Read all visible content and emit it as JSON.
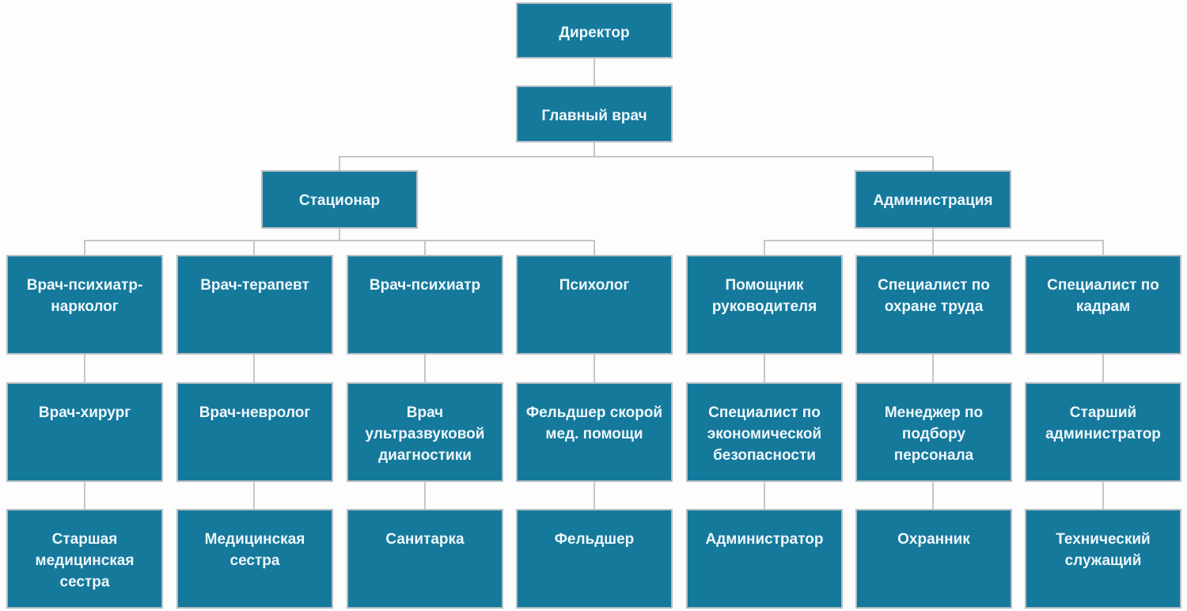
{
  "chart_title": "",
  "colors": {
    "node_fill": "#15799c",
    "node_border": "#b6bdc3",
    "node_text": "#eef7fb",
    "connector": "#c6c6c6",
    "background": "#fdfdfe"
  },
  "nodes": {
    "director": "Директор",
    "chief_physician": "Главный врач",
    "branch_inpatient": "Стационар",
    "branch_administration": "Администрация",
    "columns": [
      {
        "head": "Врач-психиатр-нарколог",
        "mid": "Врач-хирург",
        "bottom": "Старшая медицинская сестра"
      },
      {
        "head": "Врач-терапевт",
        "mid": "Врач-невролог",
        "bottom": "Медицинская сестра"
      },
      {
        "head": "Врач-психиатр",
        "mid": "Врач ультразвуковой диагностики",
        "bottom": "Санитарка"
      },
      {
        "head": "Психолог",
        "mid": "Фельдшер скорой мед. помощи",
        "bottom": "Фельдшер"
      },
      {
        "head": "Помощник руководителя",
        "mid": "Специалист по экономической безопасности",
        "bottom": "Администратор"
      },
      {
        "head": "Специалист по охране труда",
        "mid": "Менеджер по подбору персонала",
        "bottom": "Охранник"
      },
      {
        "head": "Специалист по кадрам",
        "mid": "Старший администратор",
        "bottom": "Технический служащий"
      }
    ]
  }
}
